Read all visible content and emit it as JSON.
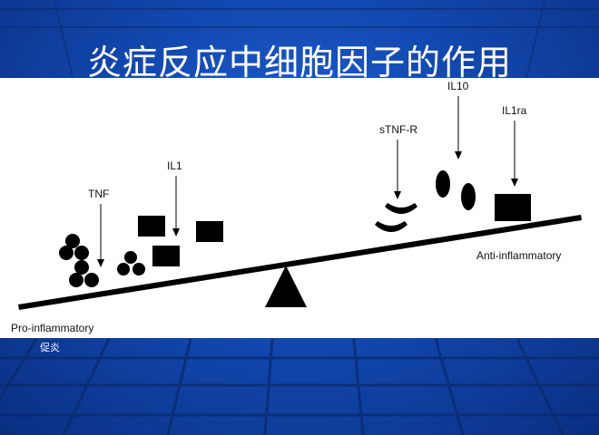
{
  "title": "炎症反应中细胞因子的作用",
  "diagram": {
    "labels": {
      "tnf": "TNF",
      "il1": "IL1",
      "stnfr": "sTNF-R",
      "il10": "IL10",
      "il1ra": "IL1ra",
      "pro": "Pro-inflammatory",
      "anti": "Anti-inflammatory"
    }
  },
  "note": "促炎",
  "colors": {
    "background": "#1248b0",
    "panel": "#ffffff",
    "ink": "#000000",
    "title_text": "#ffffff"
  }
}
